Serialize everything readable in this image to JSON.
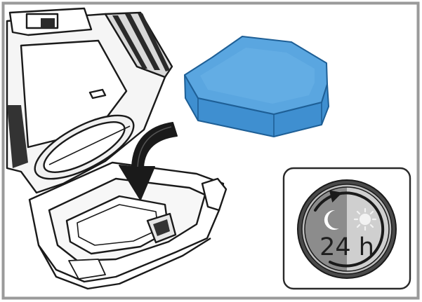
{
  "illustration": {
    "timer_badge": {
      "label": "24 h",
      "icons": [
        "moon-icon",
        "sun-icon",
        "clockwise-arrow-icon"
      ]
    },
    "colors": {
      "pad_fill": "#5aa6e0",
      "pad_side": "#3f8fd0",
      "pad_outline": "#1e5f96",
      "frame": "#9a9a9a",
      "line": "#1a1a1a",
      "badge_ring_dark": "#4a4a4a",
      "badge_left": "#8c8c8c",
      "badge_right": "#cfcfcf"
    },
    "objects": [
      "robot-body",
      "base-tray",
      "curved-arrow",
      "filter-pad",
      "timer-badge"
    ]
  }
}
